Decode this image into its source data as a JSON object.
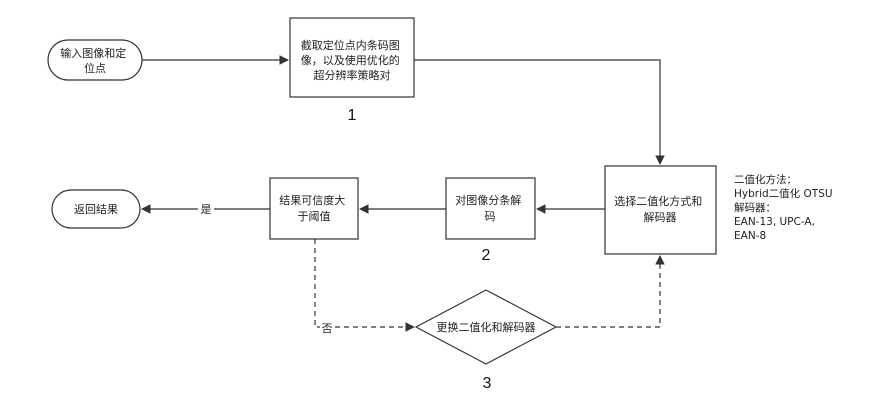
{
  "nodes": {
    "input": [
      "输入图像和定",
      "位点"
    ],
    "crop": [
      "截取定位点内条码图",
      "像，以及使用优化的",
      "超分辨率策略对"
    ],
    "select": [
      "选择二值化方式和",
      "解码器"
    ],
    "decode": [
      "对图像分条解",
      "码"
    ],
    "confidence": [
      "结果可信度大",
      "于阈值"
    ],
    "return": "返回结果",
    "replace": "更换二值化和解码器"
  },
  "edge_labels": {
    "yes": "是",
    "no": "否"
  },
  "step_numbers": {
    "one": "1",
    "two": "2",
    "three": "3"
  },
  "note": [
    "二值化方法：",
    "Hybrid二值化 OTSU",
    "解码器：",
    "EAN-13, UPC-A,",
    "EAN-8"
  ],
  "colors": {
    "stroke": "#333333",
    "fill": "#ffffff"
  }
}
